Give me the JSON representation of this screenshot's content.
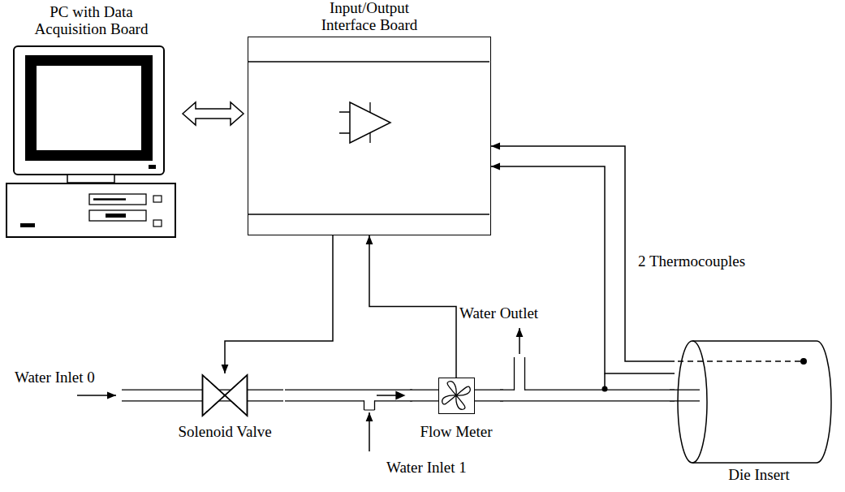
{
  "diagram": {
    "nodes": [
      {
        "text": [
          "PC with Data Acquisition Board"
        ]
      },
      {
        "text": [
          "Input/Output Interface Board"
        ]
      },
      {
        "text": [
          "Solenoid Valve"
        ]
      },
      {
        "text": [
          "Flow Meter"
        ]
      },
      {
        "text": [
          "Die Insert"
        ]
      }
    ],
    "edges": [
      {
        "from": 0,
        "to": 1,
        "arrow": "both"
      },
      {
        "from": 1,
        "to": 2,
        "arrow": "to"
      },
      {
        "from": 3,
        "to": 1,
        "arrow": "to"
      },
      {
        "from": 4,
        "to": 1,
        "arrow": "to"
      },
      {
        "from": 4,
        "to": 1,
        "arrow": "to"
      },
      {
        "from": 2,
        "to": 3,
        "arrow": "to"
      },
      {
        "from": 3,
        "to": 4,
        "arrow": "none"
      }
    ],
    "labels": [
      "Water Inlet 0",
      "Water Inlet 1",
      "Water Outlet",
      "2 Thermocouples"
    ]
  }
}
